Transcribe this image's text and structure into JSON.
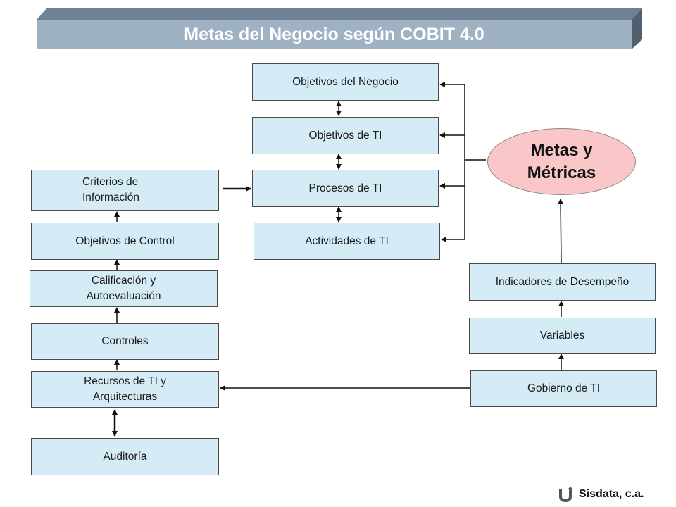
{
  "title": "Metas del Negocio  según COBIT 4.0",
  "boxes": {
    "objetivos_negocio": "Objetivos del Negocio",
    "objetivos_ti": "Objetivos de TI",
    "procesos_ti": "Procesos de TI",
    "actividades_ti": "Actividades de TI",
    "criterios_informacion": "Criterios de\nInformación",
    "objetivos_control": "Objetivos de  Control",
    "calificacion": "Calificación y\nAutoevaluación",
    "controles": "Controles",
    "recursos_ti": "Recursos de TI   y\nArquitecturas",
    "auditoria": "Auditoría",
    "indicadores": "Indicadores de Desempeño",
    "variables": "Variables",
    "gobierno_ti": "Gobierno de TI"
  },
  "metas": "Metas y\nMétricas",
  "brand": "Sisdata, c.a.",
  "colors": {
    "banner": "#9fb2c4",
    "banner_dark": "#6f8294",
    "box_fill": "#d5ecf7",
    "ellipse_fill": "#f9c7c8"
  }
}
